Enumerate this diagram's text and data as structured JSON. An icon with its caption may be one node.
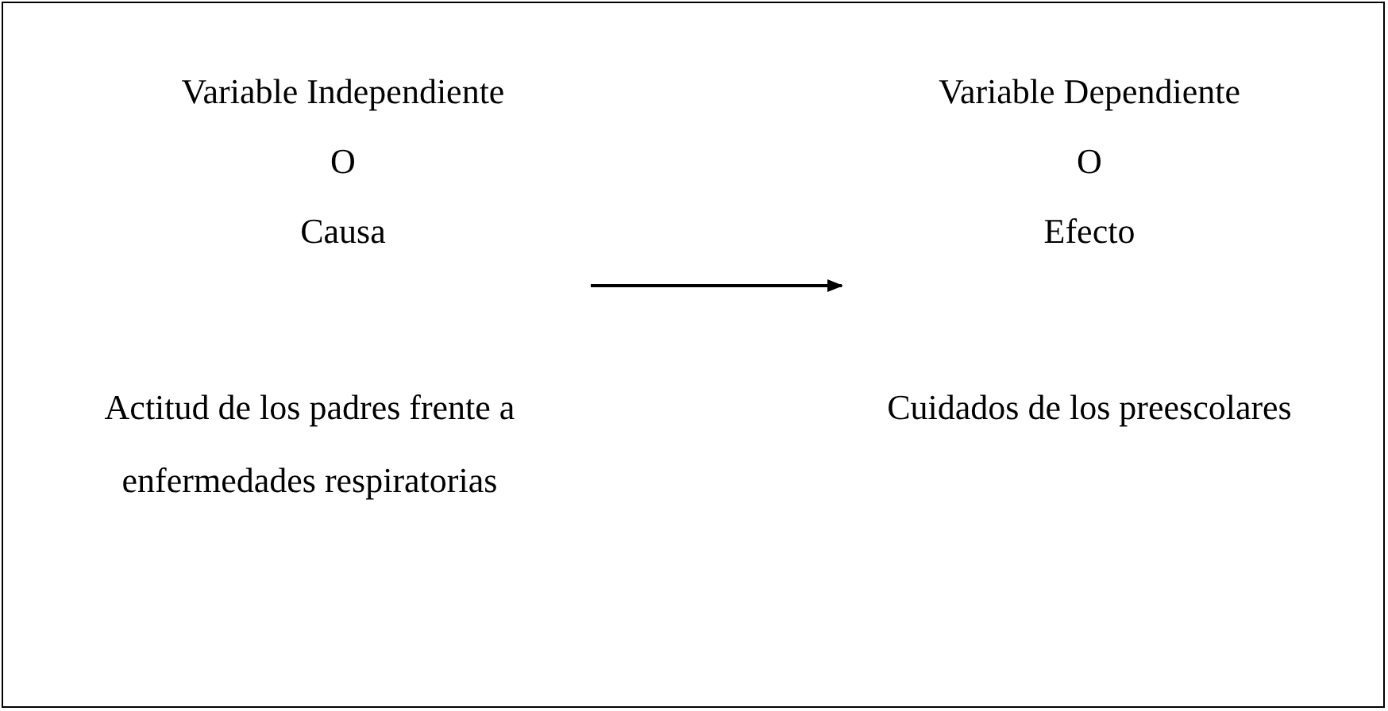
{
  "diagram": {
    "nodes": [
      {
        "text": [
          "Variable Independiente",
          "O",
          "Causa"
        ]
      },
      {
        "text": [
          "Variable Dependiente",
          "O",
          "Efecto"
        ]
      }
    ],
    "edges": [
      {
        "from": 0,
        "to": 1,
        "arrow": "to"
      }
    ],
    "labels": [
      "Actitud de los padres frente a enfermedades respiratorias",
      "Cuidados de los preescolares"
    ]
  }
}
